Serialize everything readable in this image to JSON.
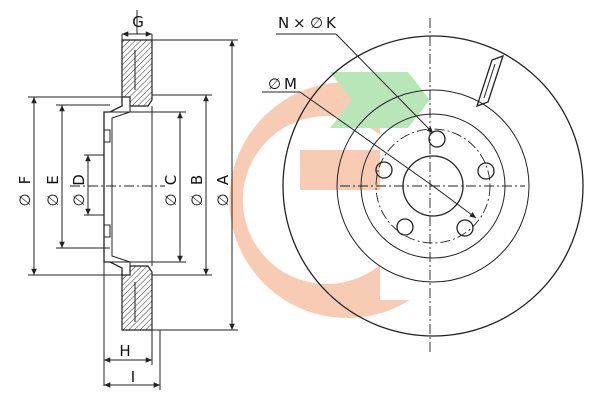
{
  "diagram": {
    "labels": {
      "G": "G",
      "H": "H",
      "I": "I",
      "A": "A",
      "B": "B",
      "C": "C",
      "D": "D",
      "E": "E",
      "F": "F",
      "M": "M",
      "NxK_N": "N",
      "NxK_x": "×",
      "NxK_K": "K",
      "dia": "∅"
    },
    "watermark": {
      "orange": "#f2a277",
      "green": "#7fd27f",
      "opacity": 0.55
    }
  }
}
